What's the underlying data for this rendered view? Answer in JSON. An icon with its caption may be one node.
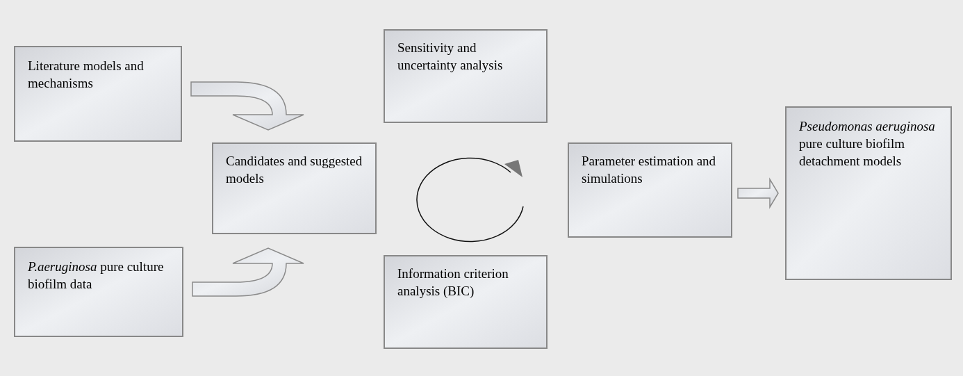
{
  "diagram": {
    "nodes": [
      {
        "text": [
          "Literature models and mechanisms"
        ]
      },
      {
        "text": [
          "*P.aeruginosa* pure culture biofilm data"
        ]
      },
      {
        "text": [
          "Candidates and suggested models"
        ]
      },
      {
        "text": [
          "Sensitivity and uncertainty analysis"
        ]
      },
      {
        "text": [
          "Information criterion analysis (BIC)"
        ]
      },
      {
        "text": [
          "Parameter estimation and simulations"
        ]
      },
      {
        "text": [
          "*Pseudomonas aeruginosa* pure culture biofilm detachment models"
        ]
      }
    ],
    "edges": [
      {
        "from": 0,
        "to": 2,
        "arrow": "to"
      },
      {
        "from": 1,
        "to": 2,
        "arrow": "to"
      },
      {
        "from": 5,
        "to": 6,
        "arrow": "to"
      }
    ]
  }
}
